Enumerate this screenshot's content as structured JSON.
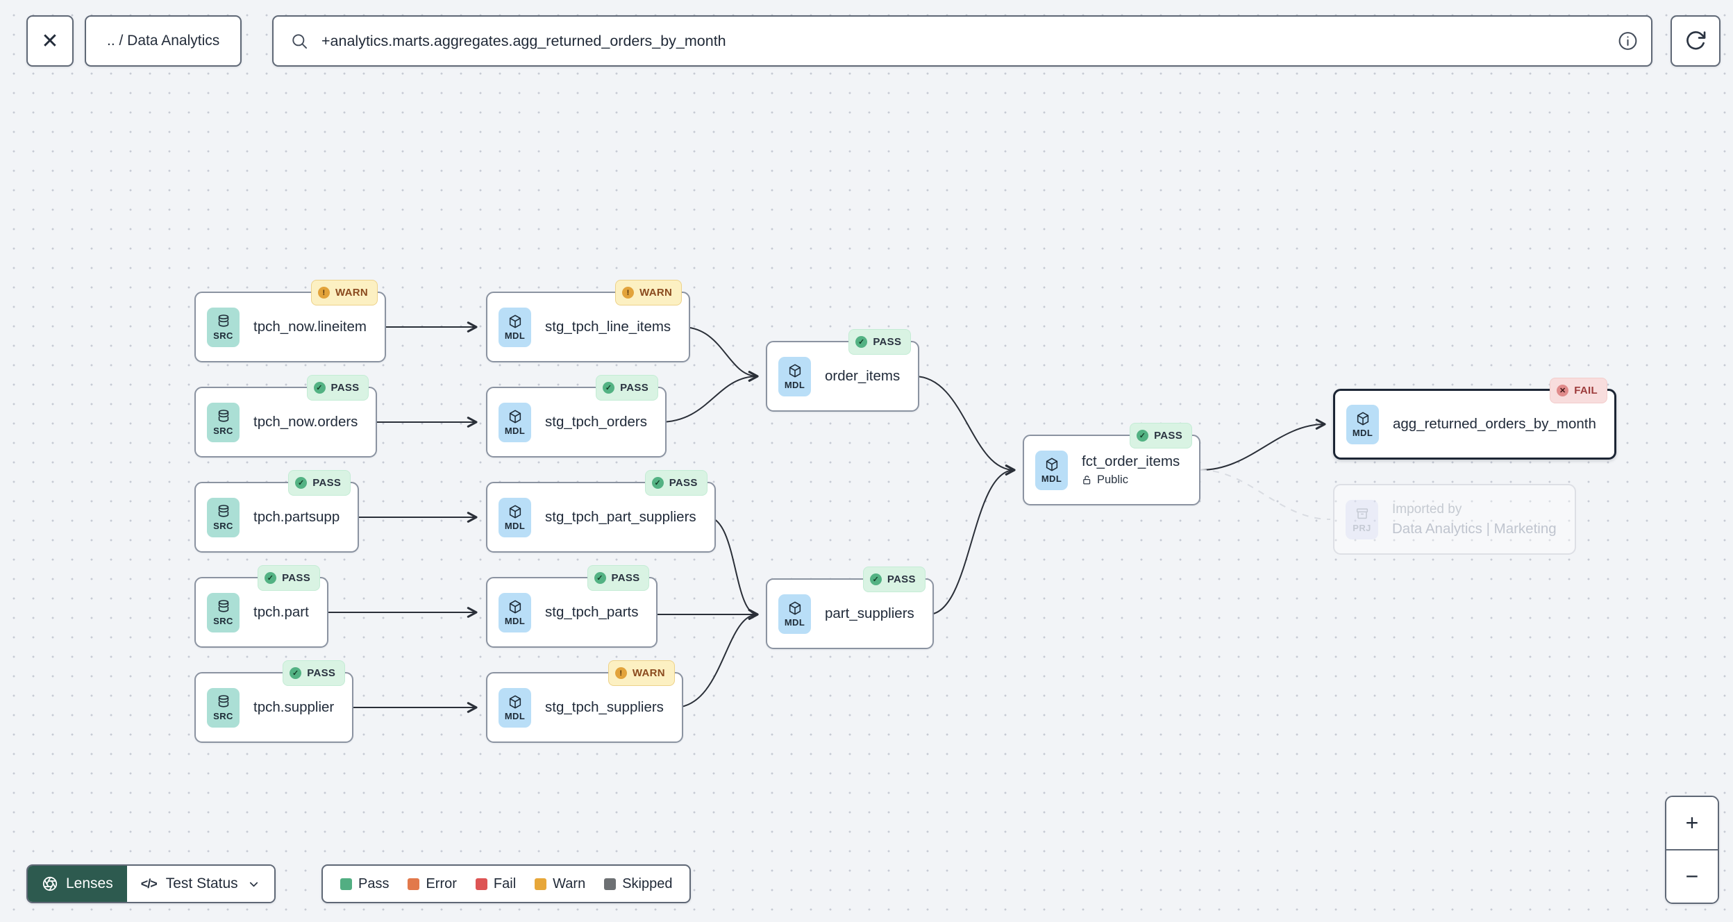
{
  "header": {
    "breadcrumb": ".. / Data Analytics",
    "search_value": "+analytics.marts.aggregates.agg_returned_orders_by_month"
  },
  "icons": {
    "close": "✕",
    "code": "</>",
    "zoom_in": "+",
    "zoom_out": "−",
    "pass_mark": "✓",
    "warn_mark": "!",
    "fail_mark": "✕"
  },
  "nodes": [
    {
      "id": "tpch_now_lineitem",
      "kind": "SRC",
      "label": "tpch_now.lineitem",
      "badge": "WARN"
    },
    {
      "id": "stg_tpch_line_items",
      "kind": "MDL",
      "label": "stg_tpch_line_items",
      "badge": "WARN"
    },
    {
      "id": "tpch_now_orders",
      "kind": "SRC",
      "label": "tpch_now.orders",
      "badge": "PASS"
    },
    {
      "id": "stg_tpch_orders",
      "kind": "MDL",
      "label": "stg_tpch_orders",
      "badge": "PASS"
    },
    {
      "id": "tpch_partsupp",
      "kind": "SRC",
      "label": "tpch.partsupp",
      "badge": "PASS"
    },
    {
      "id": "stg_tpch_part_suppliers",
      "kind": "MDL",
      "label": "stg_tpch_part_suppliers",
      "badge": "PASS"
    },
    {
      "id": "tpch_part",
      "kind": "SRC",
      "label": "tpch.part",
      "badge": "PASS"
    },
    {
      "id": "stg_tpch_parts",
      "kind": "MDL",
      "label": "stg_tpch_parts",
      "badge": "PASS"
    },
    {
      "id": "tpch_supplier",
      "kind": "SRC",
      "label": "tpch.supplier",
      "badge": "PASS"
    },
    {
      "id": "stg_tpch_suppliers",
      "kind": "MDL",
      "label": "stg_tpch_suppliers",
      "badge": "WARN"
    },
    {
      "id": "order_items",
      "kind": "MDL",
      "label": "order_items",
      "badge": "PASS"
    },
    {
      "id": "part_suppliers",
      "kind": "MDL",
      "label": "part_suppliers",
      "badge": "PASS"
    },
    {
      "id": "fct_order_items",
      "kind": "MDL",
      "label": "fct_order_items",
      "badge": "PASS",
      "access": "Public"
    },
    {
      "id": "agg_returned_orders_by_month",
      "kind": "MDL",
      "label": "agg_returned_orders_by_month",
      "badge": "FAIL",
      "selected": true
    },
    {
      "id": "imported_by_project",
      "kind": "PRJ",
      "label_top": "Imported by",
      "label": "Data Analytics | Marketing",
      "faded": true
    }
  ],
  "footer": {
    "lenses_label": "Lenses",
    "active_lens": "Test Status",
    "legend": [
      {
        "label": "Pass",
        "color": "#52ae82"
      },
      {
        "label": "Error",
        "color": "#e2794b"
      },
      {
        "label": "Fail",
        "color": "#dd5454"
      },
      {
        "label": "Warn",
        "color": "#e7a73a"
      },
      {
        "label": "Skipped",
        "color": "#6d7073"
      }
    ]
  },
  "colors": {
    "badge_pass_bg": "#d9f3e3",
    "badge_warn_bg": "#fcf0c2",
    "badge_fail_bg": "#f8dddd",
    "src_icon_bg": "#abdfd5",
    "mdl_icon_bg": "#b9def7",
    "prj_icon_bg": "#e4e6f8",
    "lenses_bg": "#2d5a4f",
    "canvas_bg": "#f2f4f7"
  }
}
